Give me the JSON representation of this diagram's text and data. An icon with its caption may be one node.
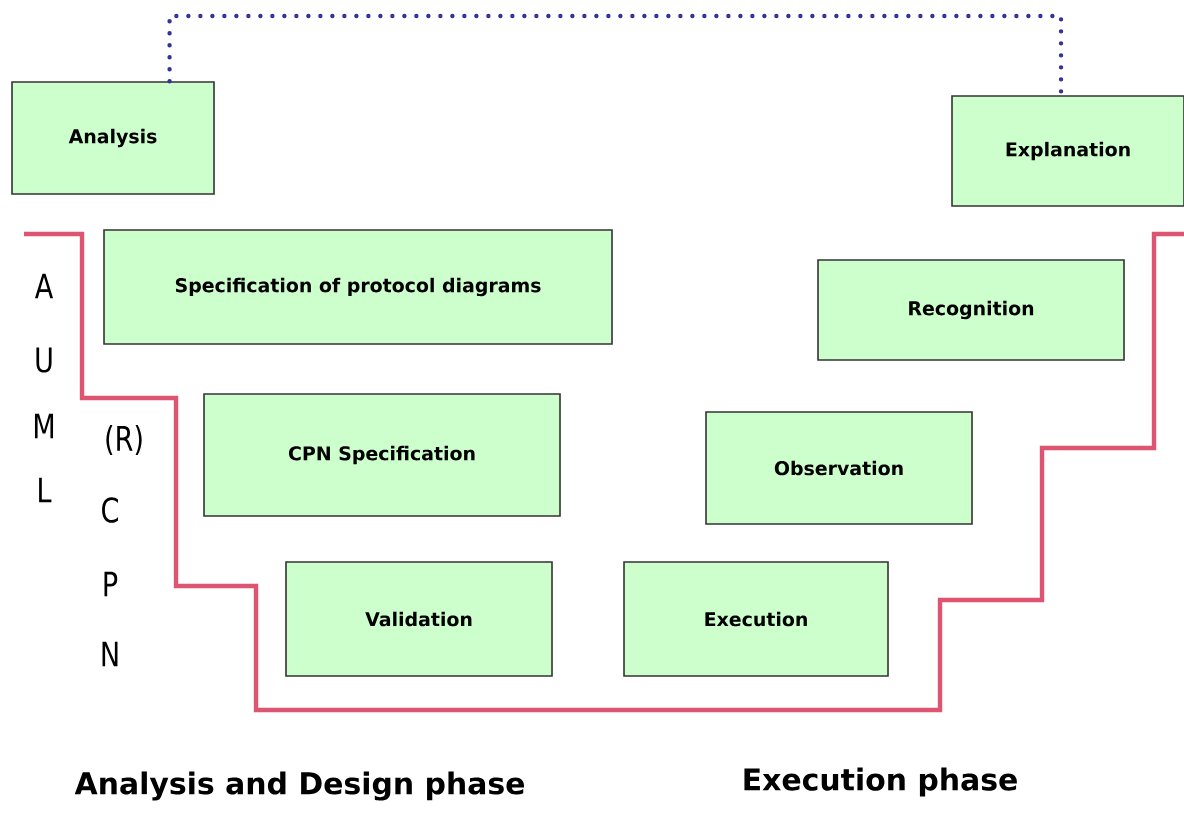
{
  "diagram": {
    "nodes": [
      {
        "text": [
          "Analysis"
        ]
      },
      {
        "text": [
          "Specification of protocol diagrams"
        ]
      },
      {
        "text": [
          "CPN Specification"
        ]
      },
      {
        "text": [
          "Validation"
        ]
      },
      {
        "text": [
          "Execution"
        ]
      },
      {
        "text": [
          "Observation"
        ]
      },
      {
        "text": [
          "Recognition"
        ]
      },
      {
        "text": [
          "Explanation"
        ]
      }
    ],
    "edges": [
      {
        "from": 0,
        "to": 7,
        "arrow": "none",
        "style": "dashed",
        "color": "#333399"
      }
    ],
    "labels": [
      "A",
      "U",
      "M",
      "L",
      "(R)",
      "C",
      "P",
      "N",
      "Analysis and Design phase",
      "Execution phase"
    ]
  }
}
